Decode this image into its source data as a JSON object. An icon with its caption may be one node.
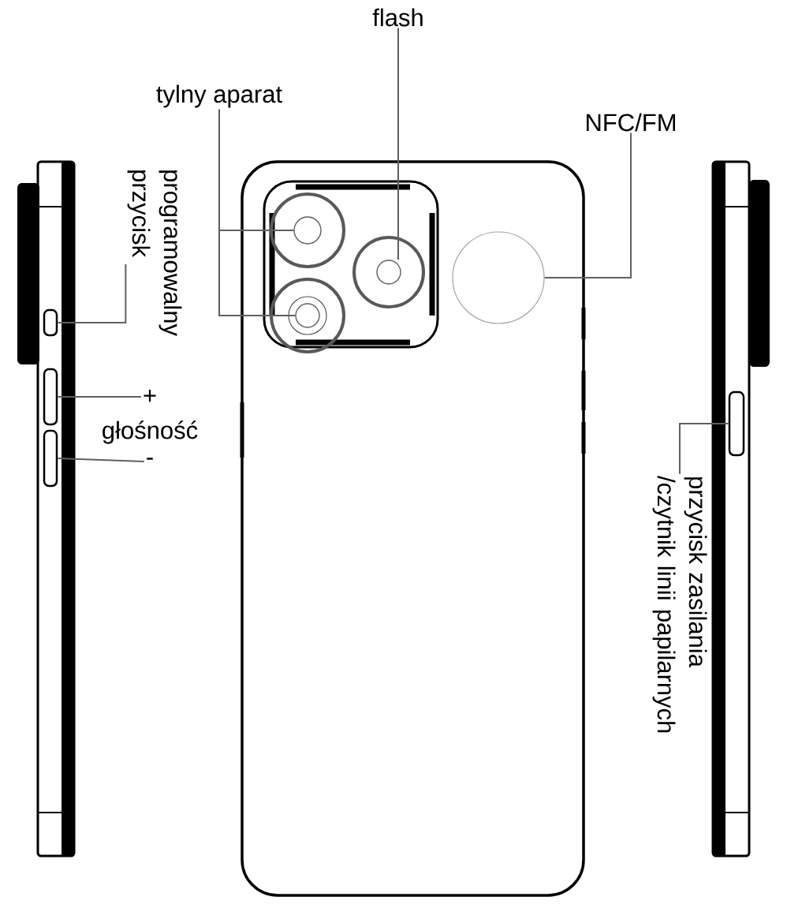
{
  "diagram": {
    "nodes": [
      {
        "text": [
          "tylny aparat"
        ]
      },
      {
        "text": [],
        "shape": "circle"
      },
      {
        "text": [],
        "shape": "circle"
      },
      {
        "text": [
          "flash"
        ]
      },
      {
        "text": [],
        "shape": "circle"
      },
      {
        "text": [
          "NFC/FM"
        ]
      },
      {
        "text": [],
        "shape": "circle"
      },
      {
        "text": [
          "programowalny przycisk"
        ]
      },
      {
        "text": [],
        "shape": "box"
      },
      {
        "text": [
          "+"
        ]
      },
      {
        "text": [],
        "shape": "box"
      },
      {
        "text": [
          "-"
        ]
      },
      {
        "text": [],
        "shape": "box"
      },
      {
        "text": [
          "przycisk zasilania /czytnik linii papilarnych"
        ]
      },
      {
        "text": [],
        "shape": "box"
      }
    ],
    "edges": [
      {
        "from": 0,
        "to": 1,
        "arrow": "none"
      },
      {
        "from": 0,
        "to": 2,
        "arrow": "none"
      },
      {
        "from": 3,
        "to": 4,
        "arrow": "none"
      },
      {
        "from": 5,
        "to": 6,
        "arrow": "none"
      },
      {
        "from": 7,
        "to": 8,
        "arrow": "none"
      },
      {
        "from": 9,
        "to": 10,
        "arrow": "none"
      },
      {
        "from": 11,
        "to": 12,
        "arrow": "none"
      },
      {
        "from": 13,
        "to": 14,
        "arrow": "none"
      }
    ],
    "labels": [
      "głośność"
    ]
  }
}
